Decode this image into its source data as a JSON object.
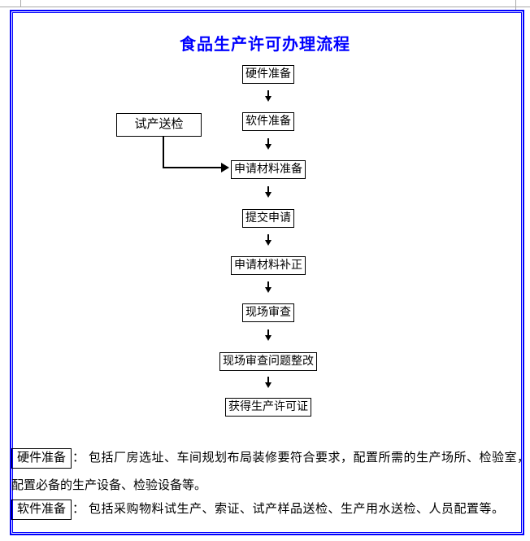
{
  "page": {
    "title": "食品生产许可办理流程",
    "title_color": "#0000ff",
    "border_color": "#0000ff"
  },
  "flowchart": {
    "steps": [
      {
        "label": "硬件准备"
      },
      {
        "label": "软件准备"
      },
      {
        "label": "申请材料准备"
      },
      {
        "label": "提交申请"
      },
      {
        "label": "申请材料补正"
      },
      {
        "label": "现场审查"
      },
      {
        "label": "现场审查问题整改"
      },
      {
        "label": "获得生产许可证"
      }
    ],
    "side_box": {
      "label": "试产送检"
    }
  },
  "notes": {
    "hardware": {
      "term": "硬件准备",
      "colon": "：",
      "line1": "包括厂房选址、车间规划布局装修要符合要求，配置所需的生产场所、检验室，",
      "line2": "配置必备的生产设备、检验设备等。"
    },
    "software": {
      "term": "软件准备",
      "colon": "：",
      "line1": "包括采购物料试生产、索证、试产样品送检、生产用水送检、人员配置等。"
    }
  }
}
